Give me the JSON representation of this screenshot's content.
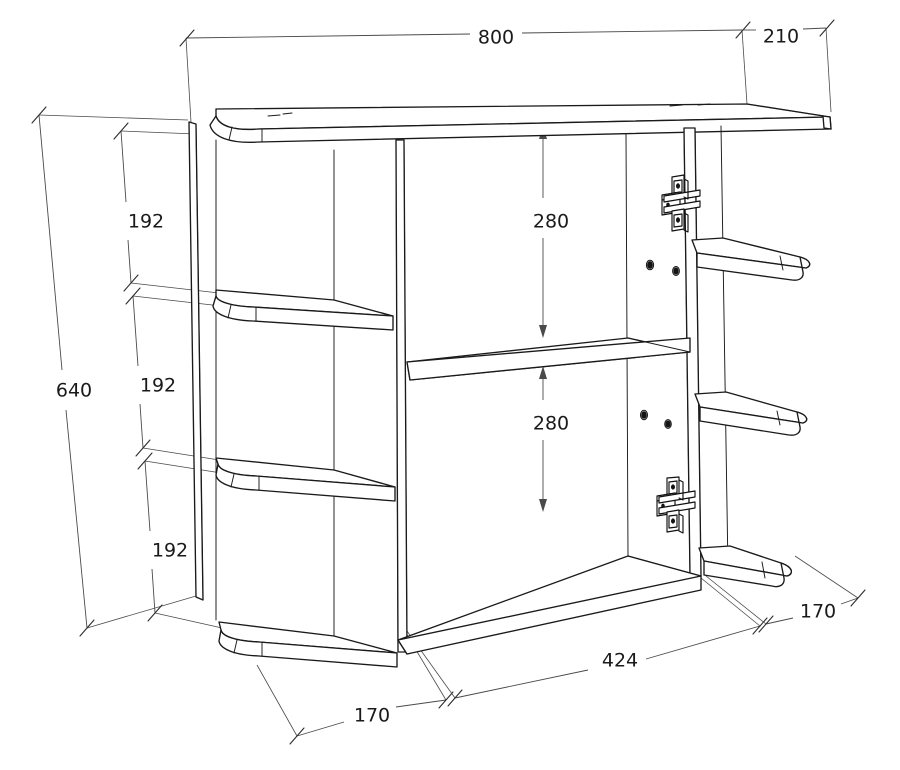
{
  "drawing": {
    "title": "Wall shelf unit assembly dimension drawing",
    "subject": "wall-mounted-shelf-cabinet",
    "projection": "isometric",
    "units": "mm",
    "line_color": "#1a1a1a",
    "dimension_color": "#4a4a4a",
    "background_color": "#ffffff"
  },
  "dimensions": {
    "top_width": "800",
    "top_depth": "210",
    "overall_height": "640",
    "shelf_gap_1": "192",
    "shelf_gap_2": "192",
    "shelf_gap_3": "192",
    "compartment_upper": "280",
    "compartment_lower": "280",
    "base_left": "170",
    "base_center": "424",
    "base_right": "170"
  },
  "hardware": {
    "hinge_plate_upper": "hinge-plate-icon",
    "hinge_plate_lower": "hinge-plate-icon",
    "dowel_holes_upper": "dowel-hole-icon",
    "dowel_holes_lower": "dowel-hole-icon"
  },
  "parts": {
    "top_panel": "top-panel",
    "left_side_panel": "left-side-panel",
    "center_divider": "center-divider-panel",
    "right_divider": "right-divider-panel",
    "back_panel": "back-panel",
    "left_shelf_1": "left-shelf-upper",
    "left_shelf_2": "left-shelf-middle",
    "left_shelf_3": "left-shelf-lower",
    "center_shelf": "center-shelf",
    "bottom_panel": "bottom-panel",
    "right_shelf_1": "right-shelf-upper",
    "right_shelf_2": "right-shelf-middle",
    "right_shelf_3": "right-shelf-lower"
  }
}
